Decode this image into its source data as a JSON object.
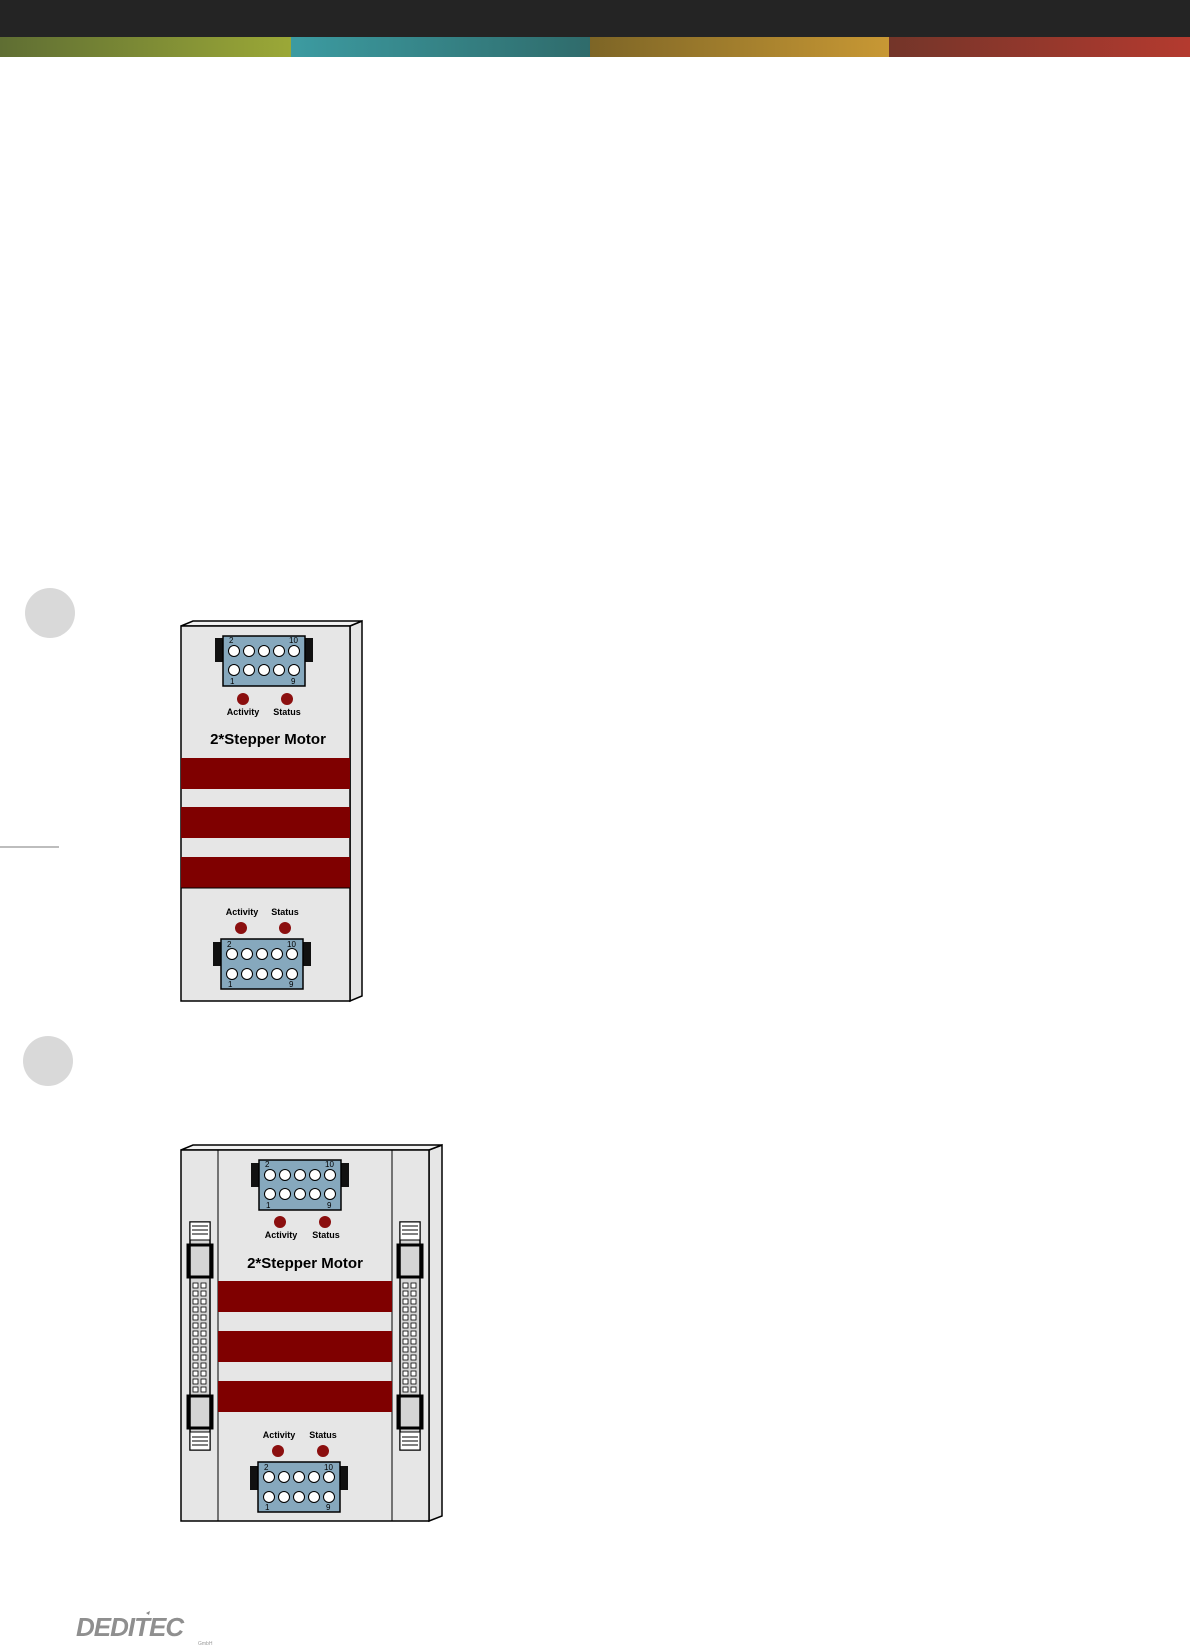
{
  "header": {
    "stripe_colors": [
      "#8a9a35",
      "#36888c",
      "#a88030",
      "#94372c"
    ]
  },
  "module_small": {
    "title": "2*Stepper Motor",
    "top_connector": {
      "pin_label_top_left": "2",
      "pin_label_top_right": "10",
      "pin_label_bottom_left": "1",
      "pin_label_bottom_right": "9"
    },
    "top_leds": {
      "activity_label": "Activity",
      "status_label": "Status"
    },
    "bottom_leds": {
      "activity_label": "Activity",
      "status_label": "Status"
    },
    "bottom_connector": {
      "pin_label_top_left": "2",
      "pin_label_top_right": "10",
      "pin_label_bottom_left": "1",
      "pin_label_bottom_right": "9"
    },
    "led_color": "#8b0f0f",
    "stripe_color": "#7f0000"
  },
  "module_large": {
    "title": "2*Stepper Motor",
    "top_connector": {
      "pin_label_top_left": "2",
      "pin_label_top_right": "10",
      "pin_label_bottom_left": "1",
      "pin_label_bottom_right": "9"
    },
    "top_leds": {
      "activity_label": "Activity",
      "status_label": "Status"
    },
    "bottom_leds": {
      "activity_label": "Activity",
      "status_label": "Status"
    },
    "bottom_connector": {
      "pin_label_top_left": "2",
      "pin_label_top_right": "10",
      "pin_label_bottom_left": "1",
      "pin_label_bottom_right": "9"
    }
  },
  "footer": {
    "logo_text": "DEDITEC",
    "logo_sub": "GmbH"
  }
}
